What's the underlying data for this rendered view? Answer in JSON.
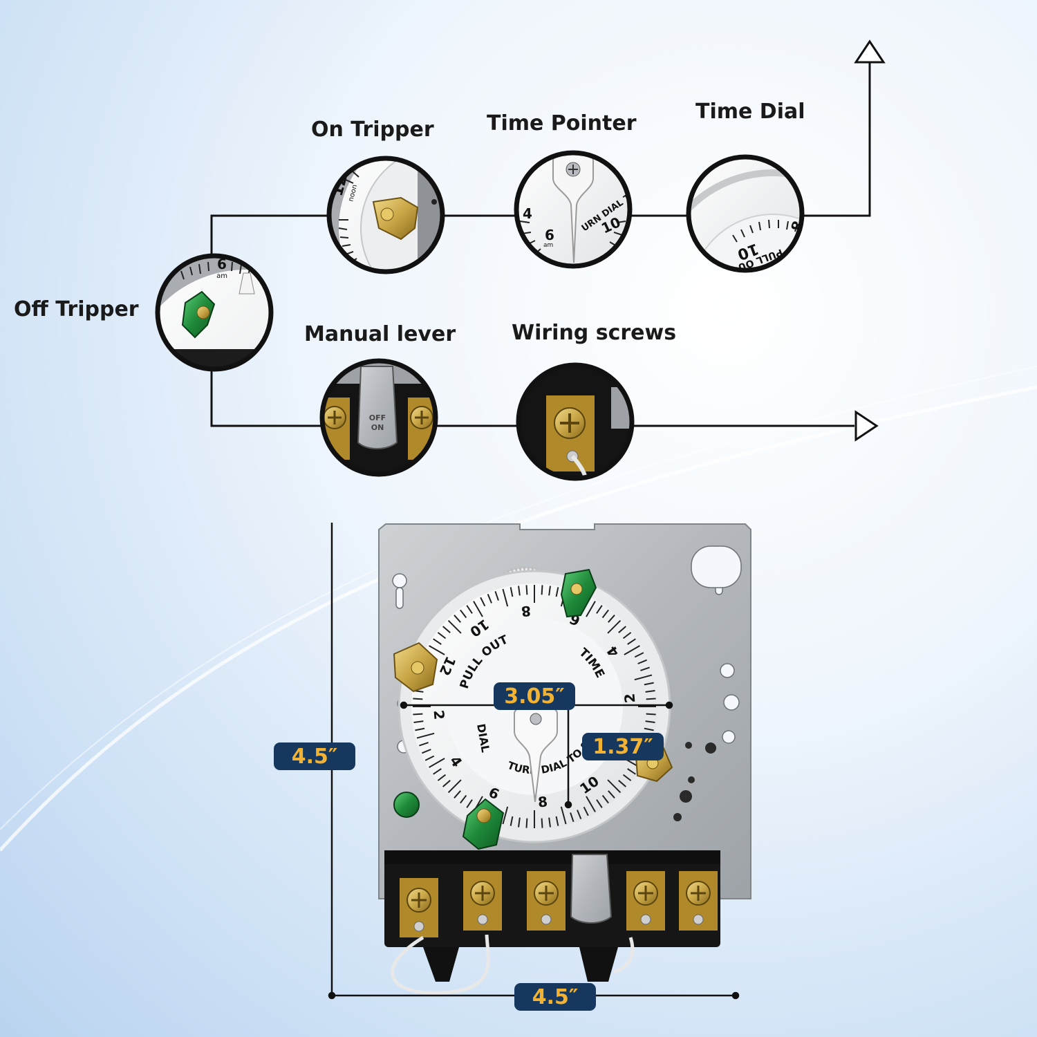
{
  "callouts": {
    "off_tripper": "Off Tripper",
    "on_tripper": "On Tripper",
    "time_pointer": "Time Pointer",
    "time_dial": "Time Dial",
    "manual_lever": "Manual lever",
    "wiring_screws": "Wiring screws"
  },
  "dimensions": {
    "height": "4.5″",
    "width": "4.5″",
    "dial_diameter": "3.05″",
    "dial_radius": "1.37″"
  },
  "dial": {
    "hour_marks": [
      "8",
      "6",
      "4",
      "2",
      "12",
      "10",
      "8",
      "6",
      "4",
      "2",
      "12",
      "10"
    ],
    "top_text": "PULL OUT",
    "right_text": "TIME",
    "bottom_text": "TURN DIAL TO SET",
    "left_text": "DIAL",
    "lever_marks": [
      "OFF",
      "ON"
    ]
  },
  "colors": {
    "badge_bg": "#16385e",
    "badge_text": "#f2b233",
    "on_tripper": "#c9a646",
    "off_tripper": "#1f8a3a"
  }
}
